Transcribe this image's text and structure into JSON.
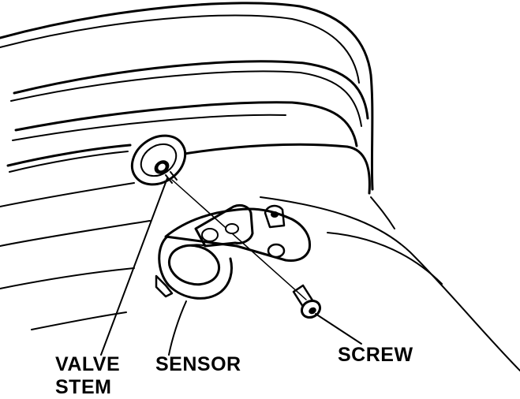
{
  "labels": {
    "valve_stem_line1": "VALVE",
    "valve_stem_line2": "STEM",
    "sensor": "SENSOR",
    "screw": "SCREW"
  },
  "colors": {
    "ink": "#000000",
    "paper": "#ffffff"
  }
}
